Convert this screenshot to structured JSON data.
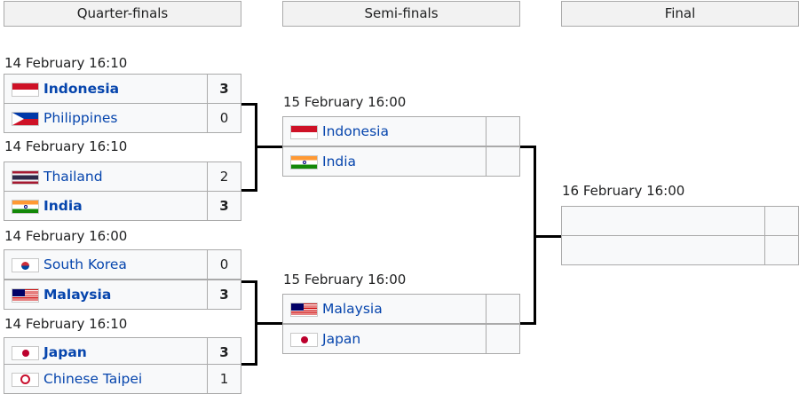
{
  "rounds": {
    "quarter_finals": "Quarter-finals",
    "semi_finals": "Semi-finals",
    "final": "Final"
  },
  "quarter_finals": [
    {
      "datetime": "14 February 16:10",
      "teams": [
        {
          "name": "Indonesia",
          "score": "3",
          "flag": "flag-indonesia",
          "winner": true
        },
        {
          "name": "Philippines",
          "score": "0",
          "flag": "flag-philippines",
          "winner": false
        }
      ]
    },
    {
      "datetime": "14 February 16:10",
      "teams": [
        {
          "name": "Thailand",
          "score": "2",
          "flag": "flag-thailand",
          "winner": false
        },
        {
          "name": "India",
          "score": "3",
          "flag": "flag-india",
          "winner": true
        }
      ]
    },
    {
      "datetime": "14 February 16:00",
      "teams": [
        {
          "name": "South Korea",
          "score": "0",
          "flag": "flag-south-korea",
          "winner": false
        },
        {
          "name": "Malaysia",
          "score": "3",
          "flag": "flag-malaysia",
          "winner": true
        }
      ]
    },
    {
      "datetime": "14 February 16:10",
      "teams": [
        {
          "name": "Japan",
          "score": "3",
          "flag": "flag-japan",
          "winner": true
        },
        {
          "name": "Chinese Taipei",
          "score": "1",
          "flag": "flag-chinese-taipei",
          "winner": false
        }
      ]
    }
  ],
  "semi_finals": [
    {
      "datetime": "15 February 16:00",
      "teams": [
        {
          "name": "Indonesia",
          "score": "",
          "flag": "flag-indonesia"
        },
        {
          "name": "India",
          "score": "",
          "flag": "flag-india"
        }
      ]
    },
    {
      "datetime": "15 February 16:00",
      "teams": [
        {
          "name": "Malaysia",
          "score": "",
          "flag": "flag-malaysia"
        },
        {
          "name": "Japan",
          "score": "",
          "flag": "flag-japan"
        }
      ]
    }
  ],
  "final": {
    "datetime": "16 February 16:00",
    "teams": [
      {
        "name": "",
        "score": ""
      },
      {
        "name": "",
        "score": ""
      }
    ]
  }
}
